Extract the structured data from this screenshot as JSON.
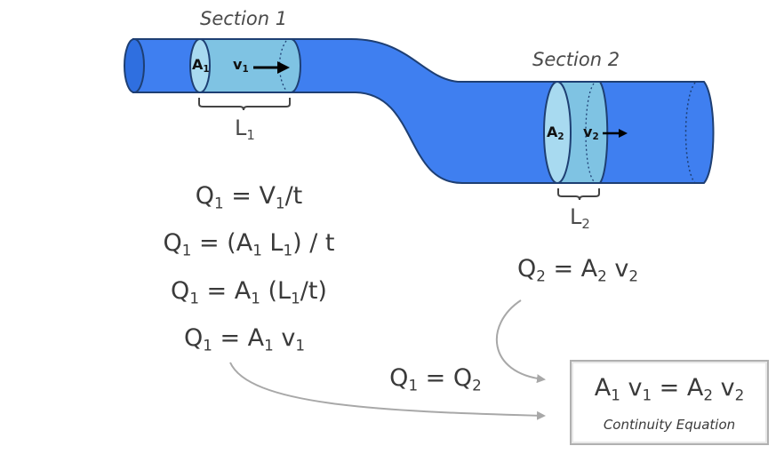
{
  "colors": {
    "pipe": "#3f7ff0",
    "pipe_outline": "#1e3f73",
    "section_fill": "#7fc3e3",
    "section_face": "#a8daf0",
    "arrow_gray": "#a8a8a8",
    "text": "#3a3a3a"
  },
  "pipe": {
    "section1": {
      "title": "Section 1",
      "area_label": {
        "base": "A",
        "sub": "1"
      },
      "velocity_label": {
        "base": "v",
        "sub": "1"
      },
      "length_label": {
        "base": "L",
        "sub": "1"
      }
    },
    "section2": {
      "title": "Section 2",
      "area_label": {
        "base": "A",
        "sub": "2"
      },
      "velocity_label": {
        "base": "v",
        "sub": "2"
      },
      "length_label": {
        "base": "L",
        "sub": "2"
      }
    }
  },
  "equations_section1": [
    {
      "q": "Q",
      "q_sub": "1",
      "rhs": " = V",
      "rhs_sub": "1",
      "rhs_tail": "/t"
    },
    {
      "q": "Q",
      "q_sub": "1",
      "rhs": " = (A",
      "rhs_sub": "1",
      "mid": " L",
      "mid_sub": "1",
      "rhs_tail": ") / t"
    },
    {
      "q": "Q",
      "q_sub": "1",
      "rhs": " = A",
      "rhs_sub": "1",
      "mid": " (L",
      "mid_sub": "1",
      "rhs_tail": "/t)"
    },
    {
      "q": "Q",
      "q_sub": "1",
      "rhs": " = A",
      "rhs_sub": "1",
      "mid": " v",
      "mid_sub": "1",
      "rhs_tail": ""
    }
  ],
  "equation_section2": {
    "q": "Q",
    "q_sub": "2",
    "rhs": " = A",
    "rhs_sub": "2",
    "mid": " v",
    "mid_sub": "2"
  },
  "equality": {
    "left": "Q",
    "left_sub": "1",
    "op": " = ",
    "right": "Q",
    "right_sub": "2"
  },
  "result": {
    "a1": "A",
    "a1_sub": "1",
    "v1": " v",
    "v1_sub": "1",
    "op": " = ",
    "a2": "A",
    "a2_sub": "2",
    "v2": " v",
    "v2_sub": "2",
    "caption": "Continuity Equation"
  }
}
